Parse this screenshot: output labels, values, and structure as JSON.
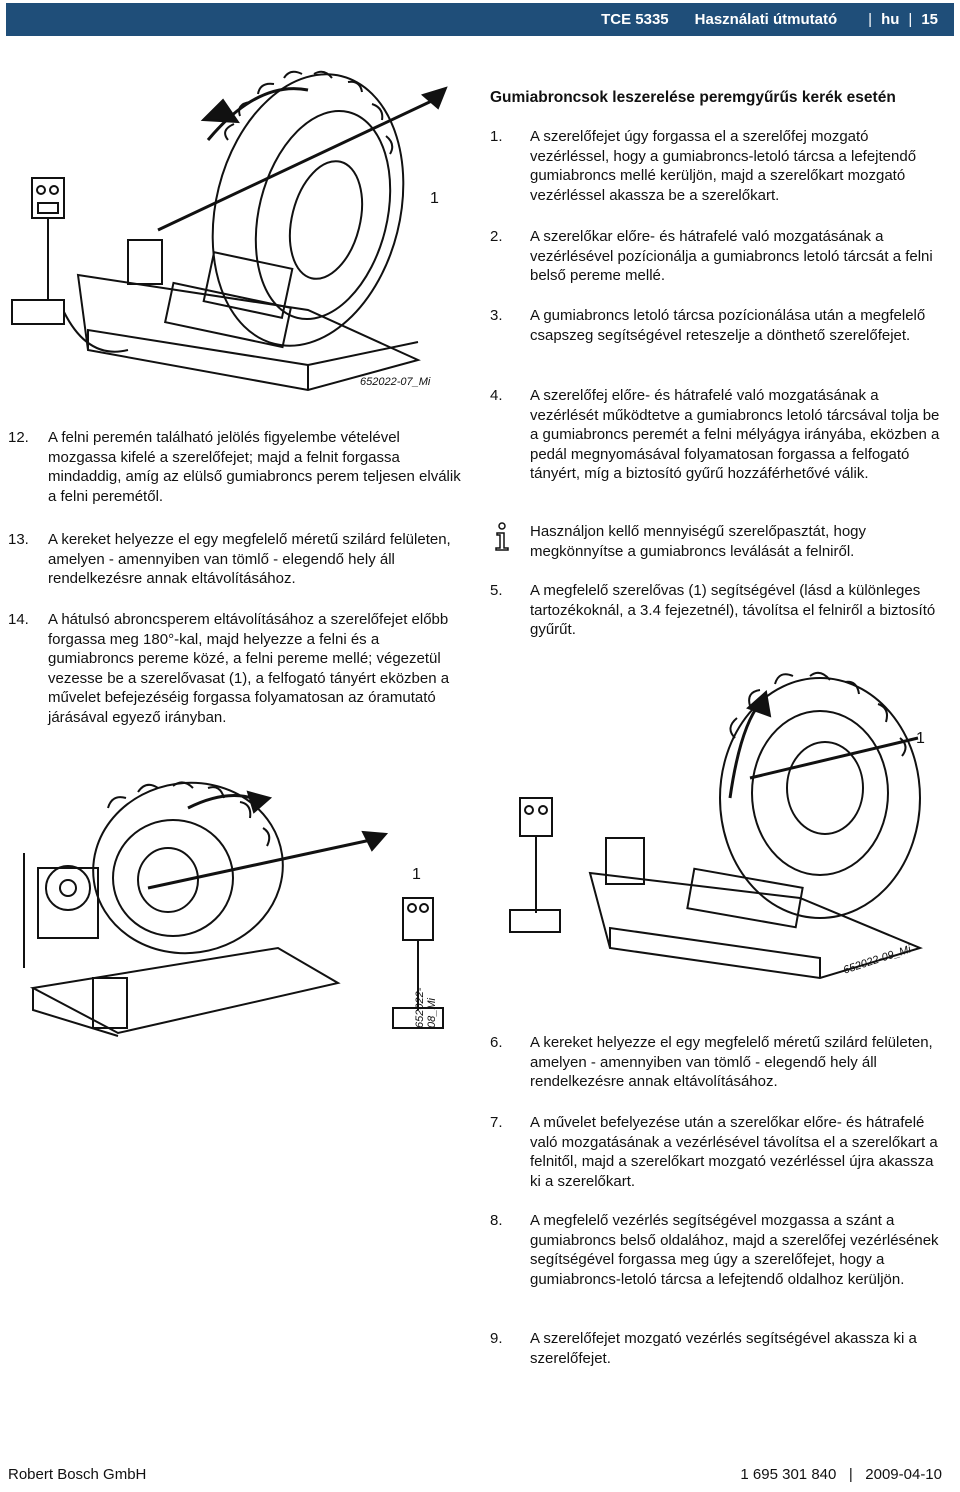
{
  "header": {
    "product": "TCE 5335",
    "doc_title": "Használati útmutató",
    "language": "hu",
    "page_number": "15"
  },
  "left_column": {
    "steps": [
      {
        "number": "12.",
        "text": "A felni peremén található jelölés figyelembe vételével mozgassa kifelé a szerelőfejet; majd a felnit forgassa mindaddig, amíg az elülső gumiabroncs perem teljesen elválik a felni peremétől."
      },
      {
        "number": "13.",
        "text": "A kereket helyezze el egy megfelelő méretű szilárd felületen, amelyen - amennyiben van tömlő - elegendő hely áll rendelkezésre annak eltávolításához."
      },
      {
        "number": "14.",
        "text": "A hátulsó abroncsperem eltávolításához a szerelőfejet előbb forgassa meg 180°-kal, majd helyezze a felni és a gumiabroncs pereme közé, a felni pereme mellé; végezetül vezesse be a szerelővasat (1), a felfogató tányért eközben a művelet befejezéséig forgassa folyamatosan az óramutató járásával egyező irányban."
      }
    ]
  },
  "right_column": {
    "heading": "Gumiabroncsok leszerelése peremgyűrűs kerék esetén",
    "steps": [
      {
        "number": "1.",
        "text": "A szerelőfejet úgy forgassa el a szerelőfej mozgató vezérléssel, hogy a gumiabroncs-letoló tárcsa a lefejtendő gumiabroncs mellé kerüljön, majd a szerelőkart mozgató vezérléssel akassza be a szerelőkart."
      },
      {
        "number": "2.",
        "text": "A szerelőkar előre- és hátrafelé való mozgatásának a vezérlésével pozícionálja a gumiabroncs letoló tárcsát a felni belső pereme mellé."
      },
      {
        "number": "3.",
        "text": "A gumiabroncs letoló tárcsa pozícionálása után a megfelelő csapszeg segítségével reteszelje a dönthető szerelőfejet."
      },
      {
        "number": "4.",
        "text": "A szerelőfej előre- és hátrafelé való mozgatásának a vezérlését működtetve a gumiabroncs letoló tárcsával tolja be a gumiabroncs peremét a felni mélyágya irányába, eközben a pedál megnyomásával folyamatosan forgassa a felfogató tányért, míg a biztosító gyűrű hozzáférhetővé válik."
      }
    ],
    "note": "Használjon kellő mennyiségű szerelőpasztát, hogy megkönnyítse a gumiabroncs leválását a felniről.",
    "steps_b": [
      {
        "number": "5.",
        "text": "A megfelelő szerelővas (1) segítségével (lásd a különleges tartozékoknál, a 3.4 fejezetnél), távolítsa el felniről a biztosító gyűrűt."
      }
    ],
    "steps_c": [
      {
        "number": "6.",
        "text": "A kereket helyezze el egy megfelelő méretű szilárd felületen, amelyen - amennyiben van tömlő - elegendő hely áll rendelkezésre annak eltávolításához."
      },
      {
        "number": "7.",
        "text": "A művelet befelyezése után a szerelőkar előre- és hátrafelé való mozgatásának a vezérlésével távolítsa el a szerelőkart a felnitől, majd a szerelőkart mozgató vezérléssel újra akassza ki a szerelőkart."
      },
      {
        "number": "8.",
        "text": "A megfelelő vezérlés segítségével mozgassa a szánt a gumiabroncs belső oldalához, majd a szerelőfej vezérlésének segítségével forgassa meg úgy a szerelőfejet, hogy a gumiabroncs-letoló tárcsa a lefejtendő oldalhoz kerüljön."
      },
      {
        "number": "9.",
        "text": "A szerelőfejet mozgató vezérlés segítségével akassza ki a szerelőfejet."
      }
    ]
  },
  "figures": [
    {
      "label": "1",
      "code": "652022-07_Mi"
    },
    {
      "label": "1",
      "code": "652022-08_Mi"
    },
    {
      "label": "1",
      "code": "652022-09_Mi"
    }
  ],
  "footer": {
    "company": "Robert Bosch GmbH",
    "part_number": "1 695 301 840",
    "date": "2009-04-10"
  }
}
